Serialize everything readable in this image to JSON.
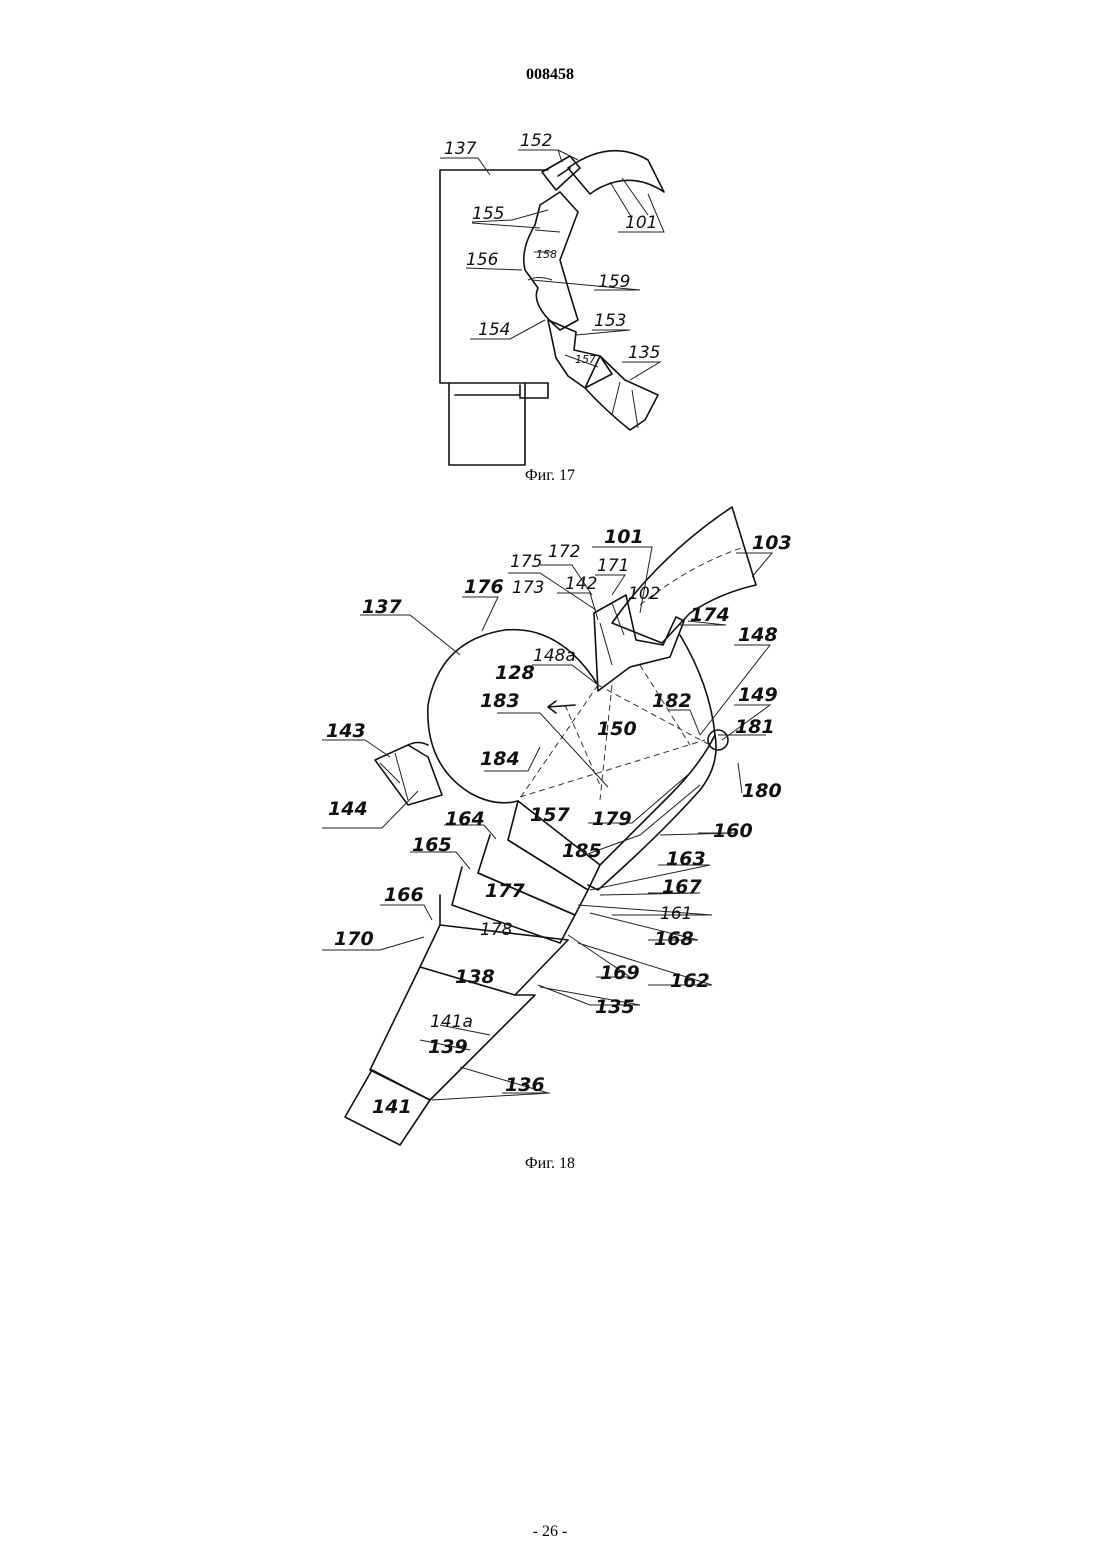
{
  "header": {
    "doc_number": "008458"
  },
  "figures": {
    "fig17": {
      "caption": "Фиг. 17",
      "labels": [
        "137",
        "152",
        "155",
        "101",
        "156",
        "158",
        "159",
        "154",
        "153",
        "157",
        "135"
      ]
    },
    "fig18": {
      "caption": "Фиг. 18",
      "labels": [
        "101",
        "103",
        "172",
        "175",
        "171",
        "173",
        "142",
        "102",
        "176",
        "174",
        "137",
        "148",
        "148a",
        "128",
        "183",
        "182",
        "149",
        "150",
        "181",
        "143",
        "184",
        "180",
        "144",
        "157",
        "179",
        "160",
        "164",
        "185",
        "165",
        "163",
        "177",
        "167",
        "166",
        "161",
        "178",
        "168",
        "170",
        "138",
        "169",
        "162",
        "135",
        "141a",
        "139",
        "136",
        "141"
      ]
    }
  },
  "footer": {
    "page_number": "- 26 -"
  }
}
